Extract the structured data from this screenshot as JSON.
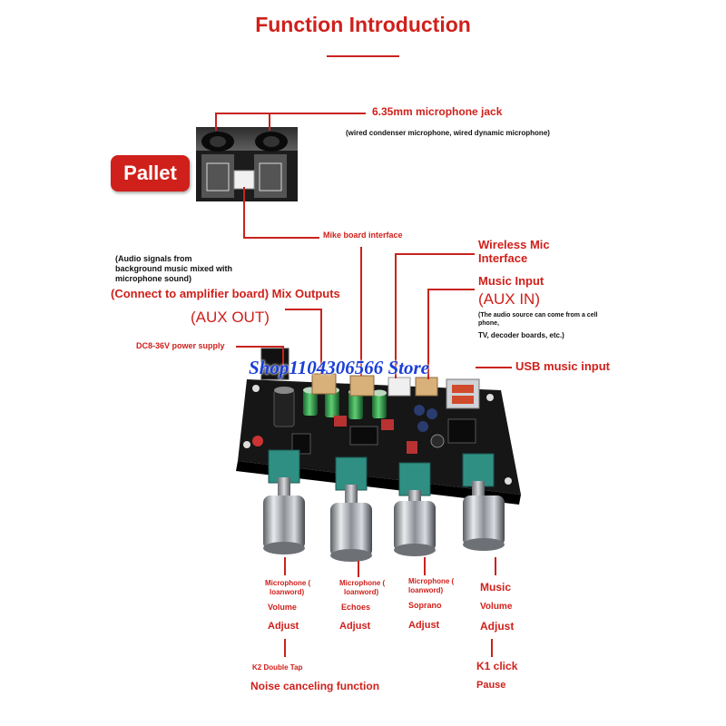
{
  "title": "Function Introduction",
  "pallet": {
    "badge": "Pallet",
    "jack_label": "6.35mm microphone jack",
    "jack_note": "(wired condenser microphone, wired dynamic microphone)",
    "mike_label": "Mike board interface"
  },
  "outputs": {
    "note_line1": "(Audio signals from",
    "note_line2": "background music mixed with",
    "note_line3": "microphone sound)",
    "mix_label": "(Connect to amplifier board) Mix Outputs",
    "aux_out": "(AUX OUT)",
    "power": "DC8-36V power supply"
  },
  "inputs": {
    "wireless_line1": "Wireless Mic",
    "wireless_line2": "Interface",
    "music_input": "Music Input",
    "aux_in": "(AUX IN)",
    "source_line1": "(The audio source can come from a cell",
    "source_line2": "phone,",
    "source_line3": "TV, decoder boards, etc.)",
    "usb": "USB music input"
  },
  "watermark": "Shop1104306566 Store",
  "knobs": [
    {
      "line1": "Microphone (",
      "line2": "loanword)",
      "func": "Volume",
      "adjust": "Adjust"
    },
    {
      "line1": "Microphone (",
      "line2": "loanword)",
      "func": "Echoes",
      "adjust": "Adjust"
    },
    {
      "line1": "Microphone (",
      "line2": "loanword)",
      "func": "Soprano",
      "adjust": "Adjust"
    },
    {
      "line1": "Music",
      "line2": "",
      "func": "Volume",
      "adjust": "Adjust"
    }
  ],
  "bottom": {
    "k2": "K2 Double Tap",
    "noise": "Noise canceling function",
    "k1": "K1 click",
    "pause": "Pause"
  },
  "colors": {
    "accent": "#d0201b",
    "board": "#151515",
    "watermark": "#1a3fd8"
  }
}
